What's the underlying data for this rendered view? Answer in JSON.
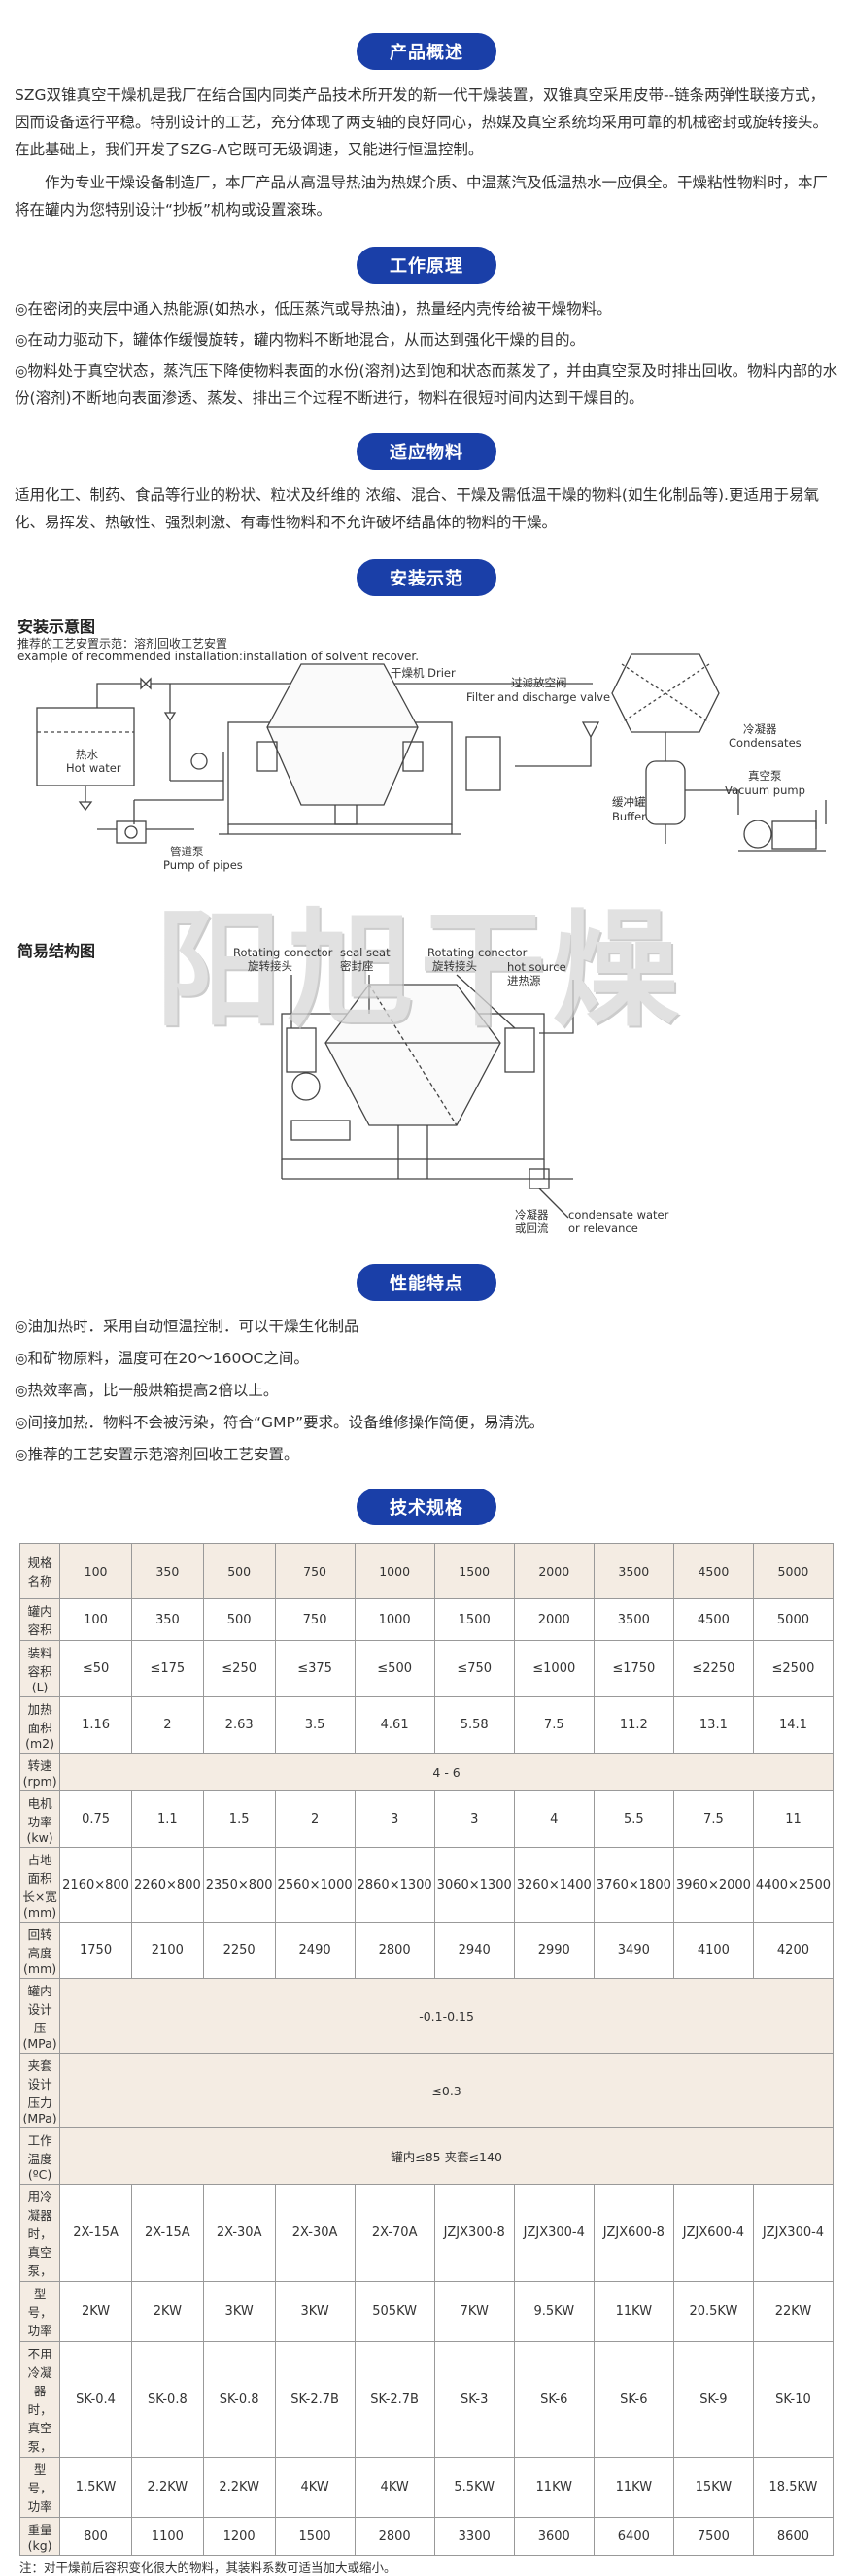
{
  "sections": {
    "overview": "产品概述",
    "principle": "工作原理",
    "materials": "适应物料",
    "install": "安装示范",
    "features": "性能特点",
    "specs": "技术规格"
  },
  "overview": {
    "p1": "SZG双锥真空干燥机是我厂在结合国内同类产品技术所开发的新一代干燥装置，双锥真空采用皮带--链条两弹性联接方式，因而设备运行平稳。特别设计的工艺，充分体现了两支轴的良好同心，热媒及真空系统均采用可靠的机械密封或旋转接头。在此基础上，我们开发了SZG-A它既可无级调速，又能进行恒温控制。",
    "p2": "作为专业干燥设备制造厂，本厂产品从高温导热油为热媒介质、中温蒸汽及低温热水一应俱全。干燥粘性物料时，本厂将在罐内为您特别设计“抄板”机构或设置滚珠。"
  },
  "principle": {
    "l1": "◎在密闭的夹层中通入热能源(如热水，低压蒸汽或导热油)，热量经内壳传给被干燥物料。",
    "l2": "◎在动力驱动下，罐体作缓慢旋转，罐内物料不断地混合，从而达到强化干燥的目的。",
    "l3": "◎物料处于真空状态，蒸汽压下降使物料表面的水份(溶剂)达到饱和状态而蒸发了，并由真空泵及时排出回收。物料内部的水份(溶剂)不断地向表面渗透、蒸发、排出三个过程不断进行，物料在很短时间内达到干燥目的。"
  },
  "materials": {
    "p": "适用化工、制药、食品等行业的粉状、粒状及纤维的 浓缩、混合、干燥及需低温干燥的物料(如生化制品等).更适用于易氧化、易挥发、热敏性、强烈刺激、有毒性物料和不允许破坏结晶体的物料的干燥。"
  },
  "diagram": {
    "title1": "安装示意图",
    "sub_cn": "推荐的工艺安置示范：溶剂回收工艺安置",
    "sub_en": "example of recommended installation:installation of solvent recover.",
    "drier": "干燥机 Drier",
    "filter_cn": "过滤放空阀",
    "filter_en": "Filter and discharge valve",
    "condenser_cn": "冷凝器",
    "condenser_en": "Condensates",
    "vacuum_cn": "真空泵",
    "vacuum_en": "Vacuum pump",
    "buffer_cn": "缓冲罐",
    "buffer_en": "Buffer",
    "hot_cn": "热水",
    "hot_en": "Hot water",
    "pump_cn": "管道泵",
    "pump_en": "Pump of pipes",
    "title2": "简易结构图",
    "rot1_en": "Rotating conector",
    "rot1_cn": "旋转接头",
    "seal_en": "seal seat",
    "seal_cn": "密封座",
    "rot2_en": "Rotating conector",
    "rot2_cn": "旋转接头",
    "hs_en": "hot source",
    "hs_cn": "进热源",
    "cw_cn1": "冷凝器",
    "cw_cn2": "或回流",
    "cw_en1": "condensate water",
    "cw_en2": "or relevance",
    "watermark": "阳旭干燥"
  },
  "features": {
    "l1": "◎油加热时．采用自动恒温控制．可以干燥生化制品",
    "l2": "◎和矿物原料，温度可在20～160OC之间。",
    "l3": "◎热效率高，比一般烘箱提高2倍以上。",
    "l4": "◎间接加热．物料不会被污染，符合“GMP”要求。设备维修操作简便，易清洗。",
    "l5": "◎推荐的工艺安置示范溶剂回收工艺安置。"
  },
  "table": {
    "head_top": "规格",
    "head_bottom": "名称",
    "models": [
      "100",
      "350",
      "500",
      "750",
      "1000",
      "1500",
      "2000",
      "3500",
      "4500",
      "5000"
    ],
    "rows": [
      {
        "label": "罐内容积",
        "cells": [
          "100",
          "350",
          "500",
          "750",
          "1000",
          "1500",
          "2000",
          "3500",
          "4500",
          "5000"
        ]
      },
      {
        "label": "装料容积 (L)",
        "cells": [
          "≤50",
          "≤175",
          "≤250",
          "≤375",
          "≤500",
          "≤750",
          "≤1000",
          "≤1750",
          "≤2250",
          "≤2500"
        ]
      },
      {
        "label": "加热面积 (m2)",
        "cells": [
          "1.16",
          "2",
          "2.63",
          "3.5",
          "4.61",
          "5.58",
          "7.5",
          "11.2",
          "13.1",
          "14.1"
        ]
      },
      {
        "label": "转速 (rpm)",
        "span": "4 - 6"
      },
      {
        "label": "电机功率 (kw)",
        "cells": [
          "0.75",
          "1.1",
          "1.5",
          "2",
          "3",
          "3",
          "4",
          "5.5",
          "7.5",
          "11"
        ]
      },
      {
        "label": "占地面积长×宽 (mm)",
        "cells": [
          "2160×800",
          "2260×800",
          "2350×800",
          "2560×1000",
          "2860×1300",
          "3060×1300",
          "3260×1400",
          "3760×1800",
          "3960×2000",
          "4400×2500"
        ]
      },
      {
        "label": "回转高度(mm)",
        "cells": [
          "1750",
          "2100",
          "2250",
          "2490",
          "2800",
          "2940",
          "2990",
          "3490",
          "4100",
          "4200"
        ]
      },
      {
        "label": "罐内设计压 (MPa)",
        "span": "-0.1-0.15"
      },
      {
        "label": "夹套设计压力 (MPa)",
        "span": "≤0.3"
      },
      {
        "label": "工作温度 (ºC)",
        "span": "罐内≤85 夹套≤140"
      },
      {
        "label": "用冷凝器时，真空泵，",
        "cells": [
          "2X-15A",
          "2X-15A",
          "2X-30A",
          "2X-30A",
          "2X-70A",
          "JZJX300-8",
          "JZJX300-4",
          "JZJX600-8",
          "JZJX600-4",
          "JZJX300-4"
        ]
      },
      {
        "label": "型号，功率",
        "cells": [
          "2KW",
          "2KW",
          "3KW",
          "3KW",
          "505KW",
          "7KW",
          "9.5KW",
          "11KW",
          "20.5KW",
          "22KW"
        ]
      },
      {
        "label": "不用冷凝器时，真空泵，",
        "cells": [
          "SK-0.4",
          "SK-0.8",
          "SK-0.8",
          "SK-2.7B",
          "SK-2.7B",
          "SK-3",
          "SK-6",
          "SK-6",
          "SK-9",
          "SK-10"
        ]
      },
      {
        "label": "型号，功率",
        "cells": [
          "1.5KW",
          "2.2KW",
          "2.2KW",
          "4KW",
          "4KW",
          "5.5KW",
          "11KW",
          "11KW",
          "15KW",
          "18.5KW"
        ]
      },
      {
        "label": "重量(kg)",
        "cells": [
          "800",
          "1100",
          "1200",
          "1500",
          "2800",
          "3300",
          "3600",
          "6400",
          "7500",
          "8600"
        ]
      }
    ],
    "note": "注：对干燥前后容积变化很大的物料，其装料系数可适当加大或缩小。"
  }
}
